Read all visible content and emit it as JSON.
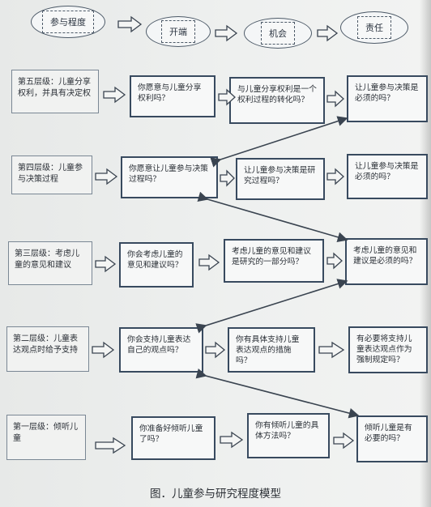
{
  "header": {
    "ovals": [
      "参与程度",
      "开端",
      "机会",
      "责任"
    ]
  },
  "levels": [
    {
      "label": "第五层级：儿童分享权利，并具有决定权",
      "questions": [
        "你愿意与儿童分享权利吗？",
        "与儿童分享权利是一个权利过程的转化吗？",
        "让儿童参与决策是必须的吗？"
      ]
    },
    {
      "label": "第四层级：儿童参与决策过程",
      "questions": [
        "你愿意让儿童参与决策过程吗？",
        "让儿童参与决策是研究过程吗？",
        "让儿童参与决策是必须的吗？"
      ]
    },
    {
      "label": "第三层级：考虑儿童的意见和建议",
      "questions": [
        "你会考虑儿童的意见和建议吗？",
        "考虑儿童的意见和建议是研究的一部分吗？",
        "考虑儿童的意见和建议是必须的吗？"
      ]
    },
    {
      "label": "第二层级：儿童表达观点时给予支持",
      "questions": [
        "你会支持儿童表达自己的观点吗？",
        "你有具体支持儿童表达观点的措施吗？",
        "有必要将支持儿童表达观点作为强制规定吗？"
      ]
    },
    {
      "label": "第一层级：倾听儿童",
      "questions": [
        "你准备好倾听儿童了吗？",
        "你有倾听儿童的具体方法吗？",
        "倾听儿童是有必要的吗？"
      ]
    }
  ],
  "caption": "图．儿童参与研究程度模型"
}
